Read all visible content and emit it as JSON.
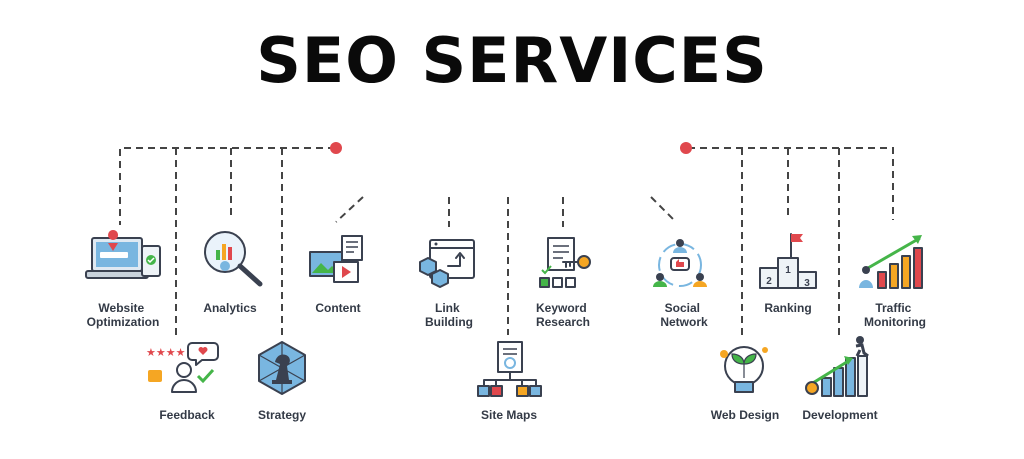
{
  "title": "SEO SERVICES",
  "colors": {
    "accent_red": "#e2444a",
    "node_red": "#e0484d",
    "green": "#45b549",
    "blue": "#79b6e0",
    "orange": "#f5a623",
    "outline": "#3a4150"
  },
  "services": [
    {
      "lines": [
        "Website",
        "Optimization"
      ],
      "icon": "website-optimization-icon"
    },
    {
      "lines": [
        "Analytics"
      ],
      "icon": "analytics-icon"
    },
    {
      "lines": [
        "Content"
      ],
      "icon": "content-icon"
    },
    {
      "lines": [
        "Link",
        "Building"
      ],
      "icon": "link-building-icon"
    },
    {
      "lines": [
        "Keyword",
        "Research"
      ],
      "icon": "keyword-research-icon"
    },
    {
      "lines": [
        "Social",
        "Network"
      ],
      "icon": "social-network-icon"
    },
    {
      "lines": [
        "Ranking"
      ],
      "icon": "ranking-icon"
    },
    {
      "lines": [
        "Traffic",
        "Monitoring"
      ],
      "icon": "traffic-monitoring-icon"
    },
    {
      "lines": [
        "Feedback"
      ],
      "icon": "feedback-icon"
    },
    {
      "lines": [
        "Strategy"
      ],
      "icon": "strategy-icon"
    },
    {
      "lines": [
        "Site Maps"
      ],
      "icon": "site-maps-icon"
    },
    {
      "lines": [
        "Web Design"
      ],
      "icon": "web-design-icon"
    },
    {
      "lines": [
        "Development"
      ],
      "icon": "development-icon"
    }
  ],
  "ranking_podium": [
    "1",
    "2",
    "3"
  ]
}
